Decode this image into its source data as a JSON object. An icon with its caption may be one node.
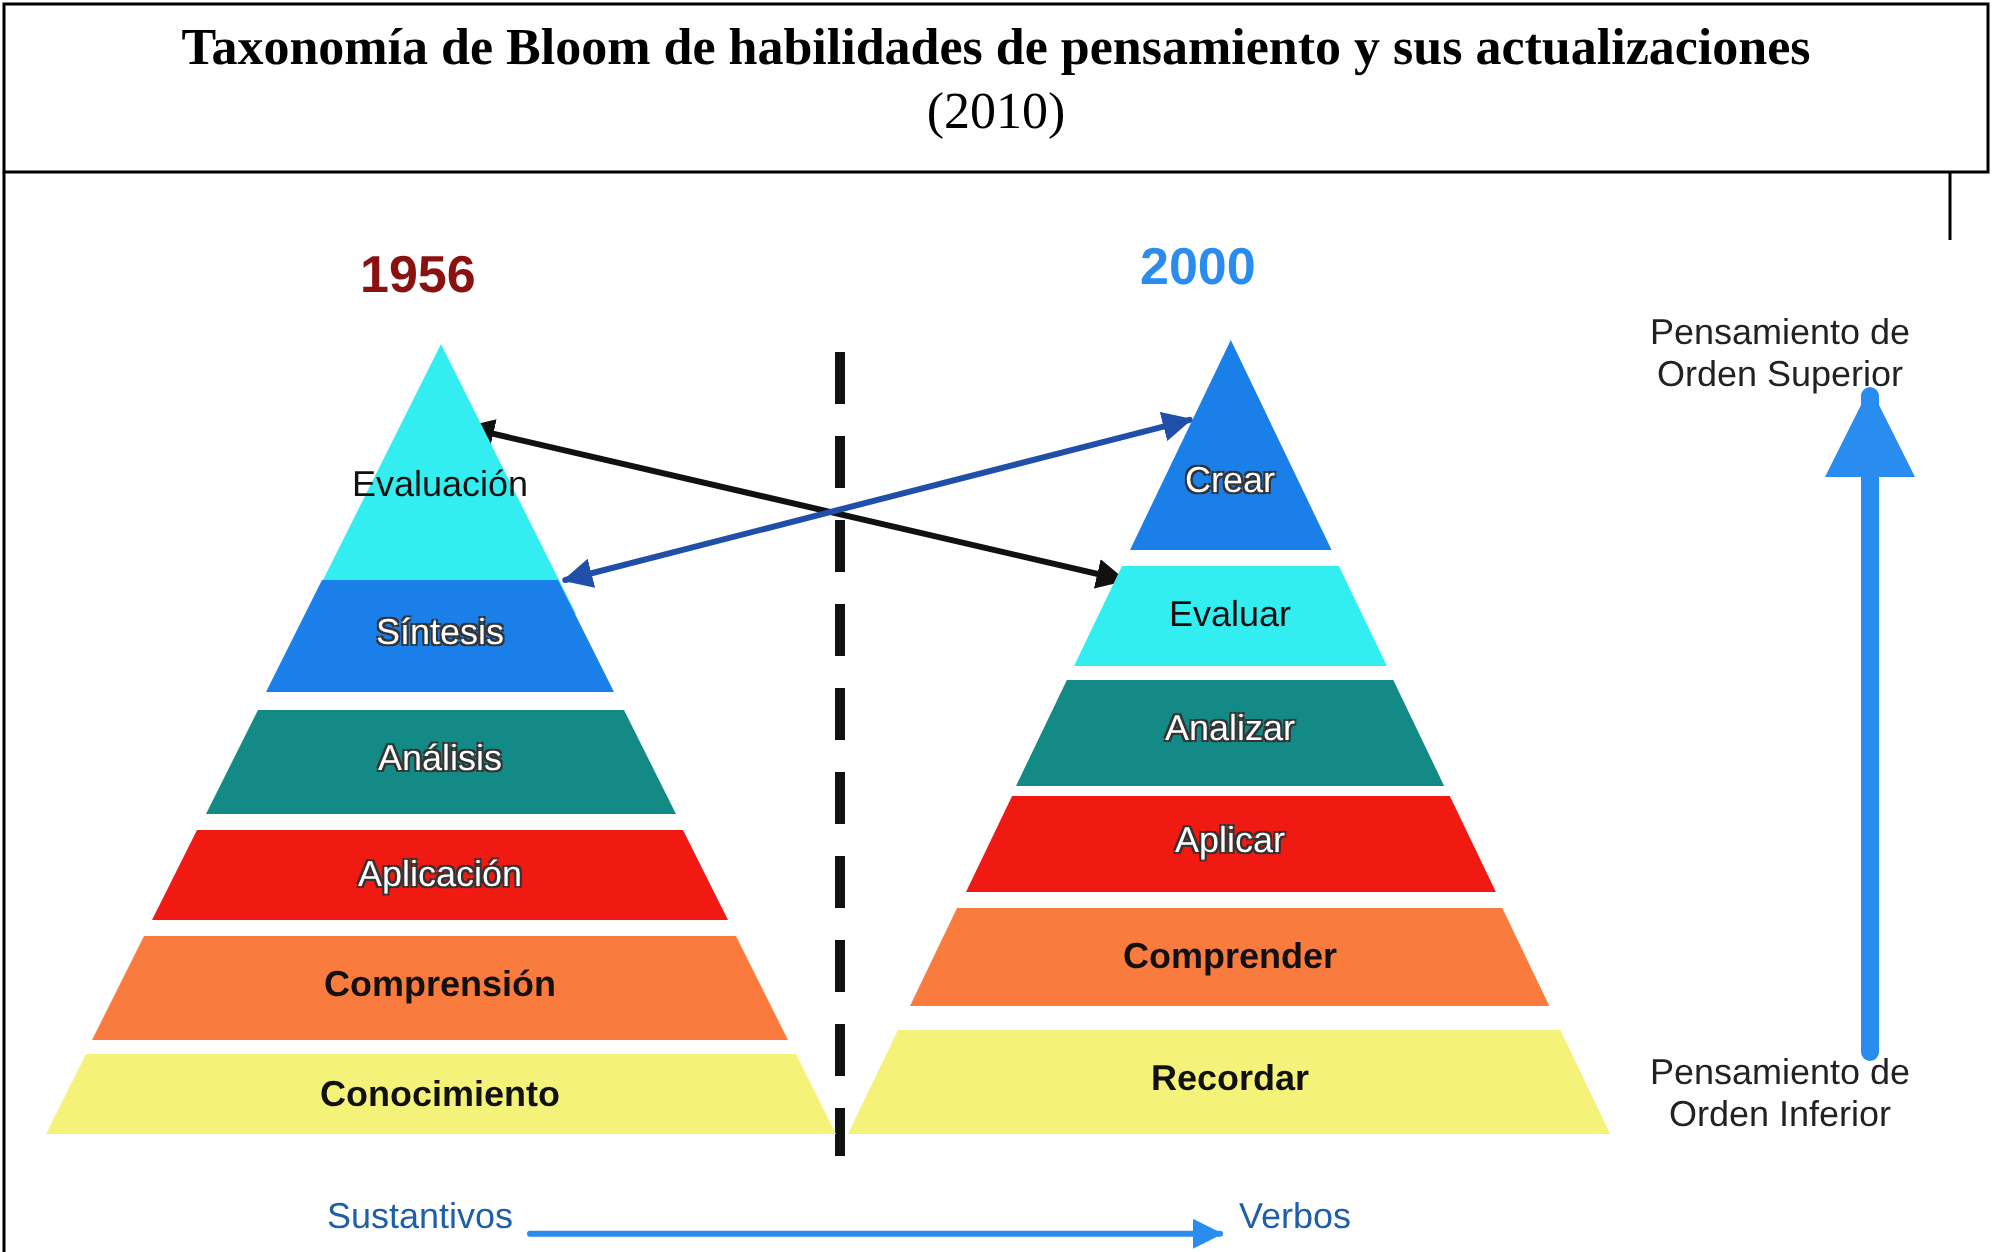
{
  "diagram": {
    "title": "**Taxonomía de Bloom de habilidades de pensamiento y sus actualizaciones** (2010)",
    "nodes": [
      {
        "text": [
          "Evaluación"
        ]
      },
      {
        "text": [
          "Síntesis"
        ]
      },
      {
        "text": [
          "Análisis"
        ]
      },
      {
        "text": [
          "Aplicación"
        ]
      },
      {
        "text": [
          "Comprensión"
        ]
      },
      {
        "text": [
          "Conocimiento"
        ]
      },
      {
        "text": [
          "Crear"
        ]
      },
      {
        "text": [
          "Evaluar"
        ]
      },
      {
        "text": [
          "Analizar"
        ]
      },
      {
        "text": [
          "Aplicar"
        ]
      },
      {
        "text": [
          "Comprender"
        ]
      },
      {
        "text": [
          "Recordar"
        ]
      },
      {
        "text": [
          "Pensamiento de Orden Superior"
        ]
      },
      {
        "text": [
          "Pensamiento de Orden Inferior"
        ]
      },
      {
        "text": [
          "Sustantivos"
        ]
      },
      {
        "text": [
          "Verbos"
        ]
      }
    ],
    "edges": [
      {
        "from": 0,
        "to": 7,
        "arrow": "both",
        "color": "#111111"
      },
      {
        "from": 1,
        "to": 6,
        "arrow": "both",
        "color": "#1f4fa8"
      },
      {
        "from": 13,
        "to": 12,
        "arrow": "to",
        "color": "#2b8cf0",
        "style": "thick"
      },
      {
        "from": 14,
        "to": 15,
        "arrow": "to",
        "color": "#2b8cf0"
      }
    ],
    "labels": [
      "1956",
      "2000"
    ]
  }
}
